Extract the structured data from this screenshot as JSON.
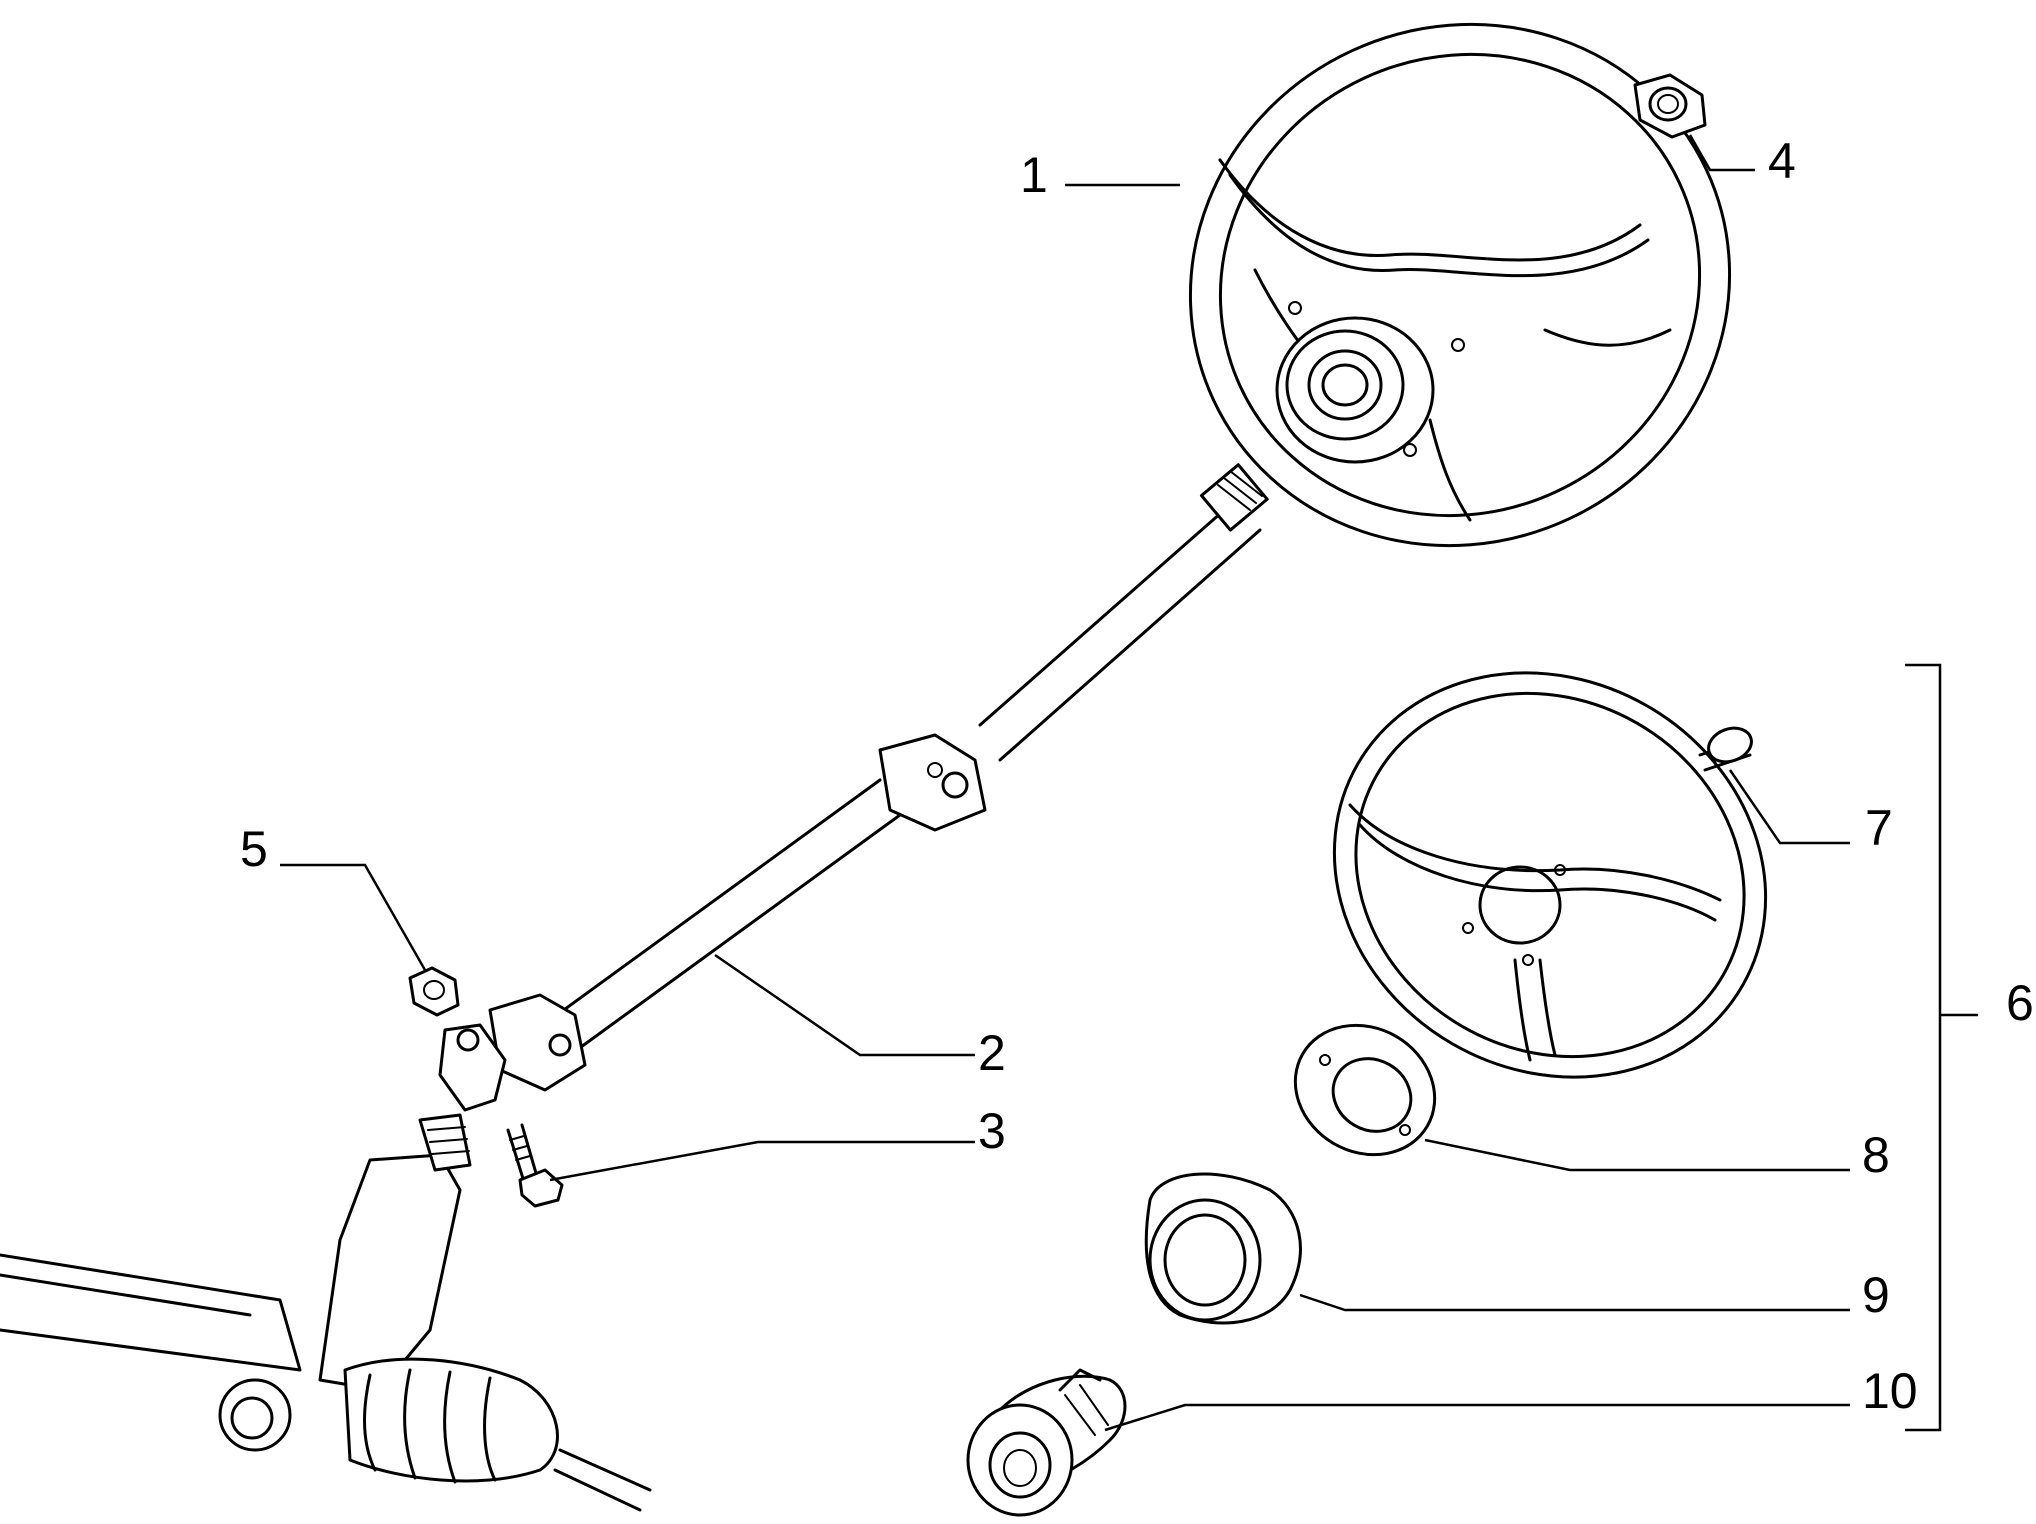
{
  "labels": {
    "1": "1",
    "2": "2",
    "3": "3",
    "4": "4",
    "5": "5",
    "6": "6",
    "7": "7",
    "8": "8",
    "9": "9",
    "10": "10"
  }
}
